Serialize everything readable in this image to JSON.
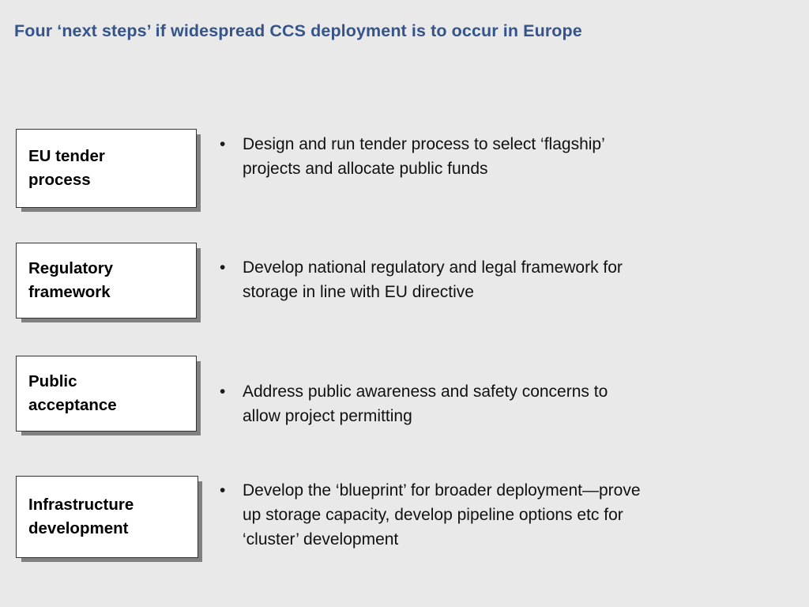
{
  "slide": {
    "background_color": "#e9e9e9",
    "title": "Four ‘next steps’ if widespread CCS deployment is to occur in Europe",
    "title_color": "#34548a",
    "bullet_marker": "•",
    "steps": [
      {
        "box_label": "EU tender\nprocess",
        "bullet": "Design and run tender process to select ‘flagship’\nprojects and allocate public funds"
      },
      {
        "box_label": "Regulatory\nframework",
        "bullet": "Develop national regulatory and legal framework for\nstorage in line with EU directive"
      },
      {
        "box_label": "Public\nacceptance",
        "bullet": "Address public awareness and safety concerns to\nallow project permitting"
      },
      {
        "box_label": "Infrastructure\ndevelopment",
        "bullet": "Develop the ‘blueprint’ for broader deployment—prove\nup storage capacity, develop pipeline options etc for\n‘cluster’ development"
      }
    ]
  }
}
